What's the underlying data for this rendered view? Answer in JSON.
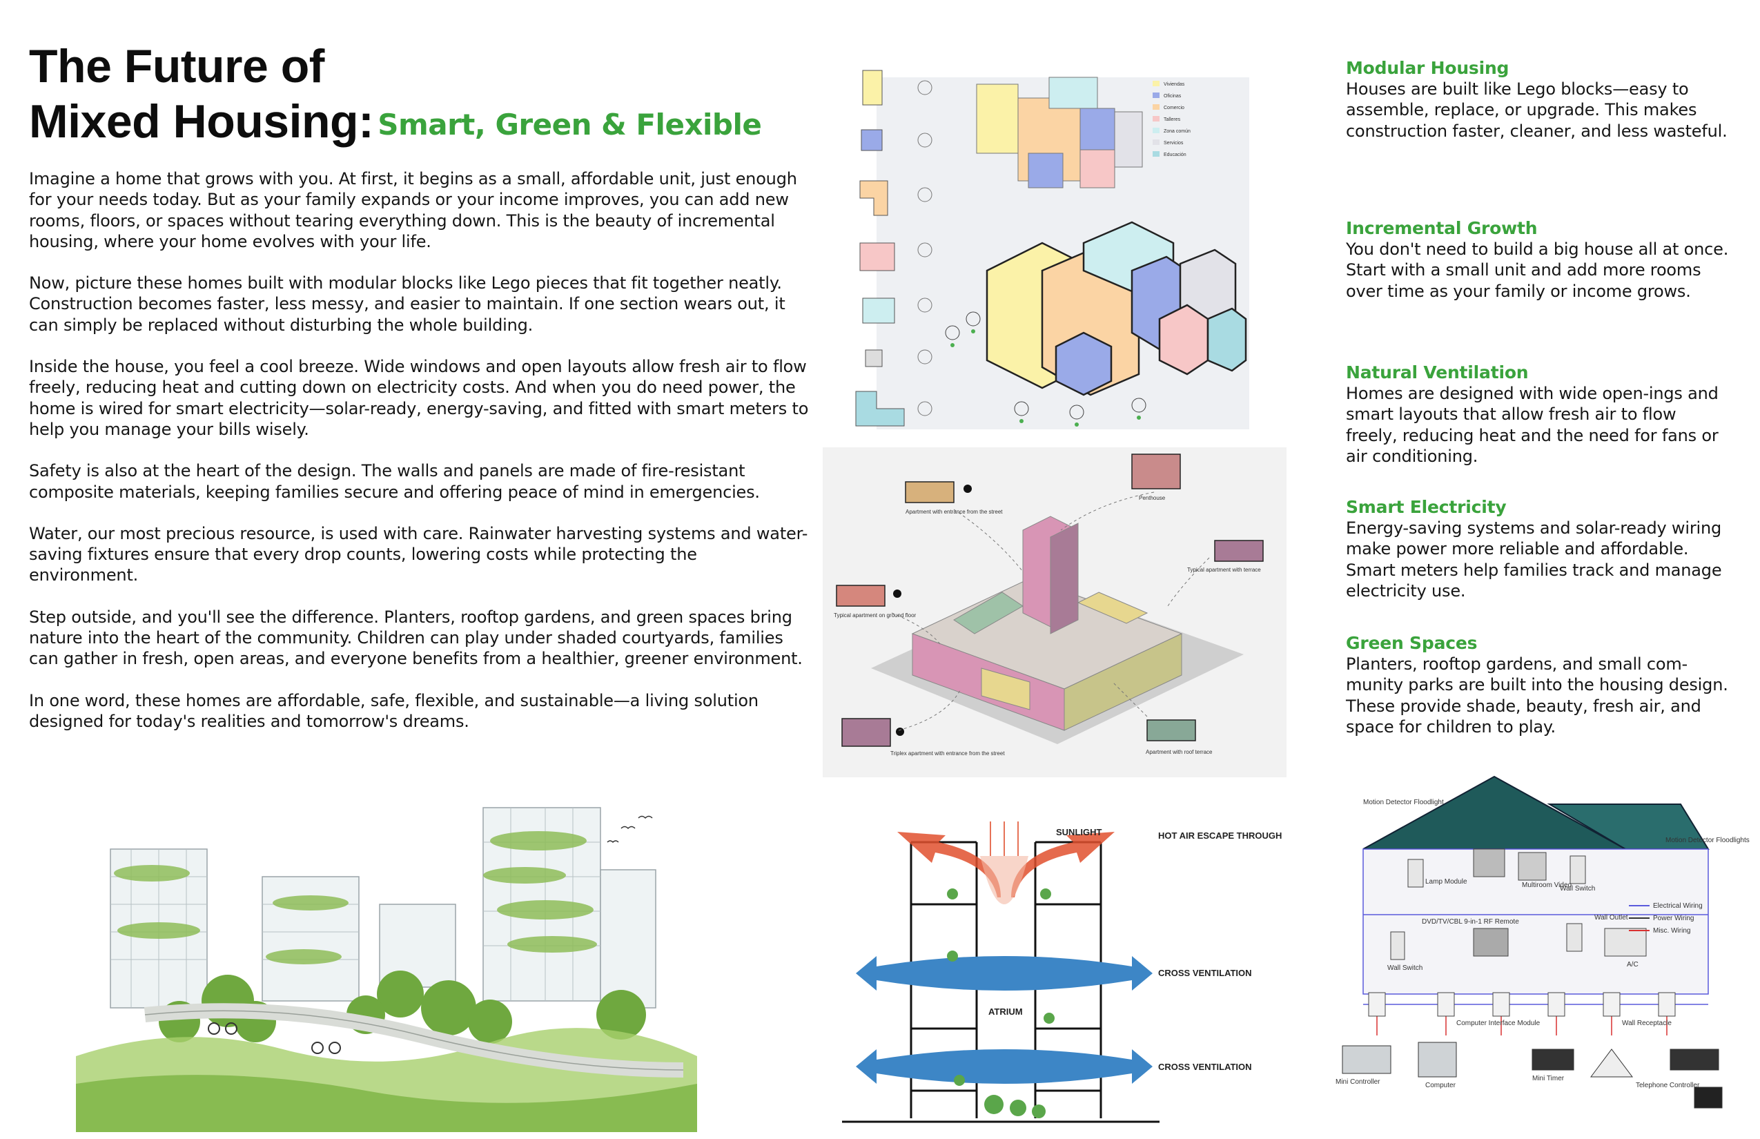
{
  "title": {
    "line1": "The Future of",
    "line2": "Mixed Housing:",
    "subtitle": "Smart, Green & Flexible"
  },
  "paragraphs": [
    "Imagine a home that grows with you. At first, it begins as a small, affordable unit,  just enough for your needs today. But as your family expands or your income improves, you can add new rooms, floors, or spaces without tearing everything down. This is the beauty of incremental housing, where your home evolves with your life.",
    "Now, picture these homes built with modular blocks like Lego pieces that fit together neatly. Construction becomes faster, less messy, and easier to maintain. If one section wears out, it can simply be replaced without disturbing the whole building.",
    "Inside the house, you feel a cool breeze. Wide windows and open layouts allow fresh air to flow freely, reducing heat and cutting down on electricity costs. And when you do need power, the home is wired for smart electricity—solar-ready, energy-saving, and fitted with smart meters to help you manage your bills wisely.",
    "Safety is also at the heart of the design. The walls and panels are made of fire-resistant composite materials, keeping families secure and offering peace of mind in emergencies.",
    "Water, our most precious resource, is used with care. Rainwater harvesting systems and water-saving fixtures ensure that every drop counts, lowering costs while protecting the environment.",
    "Step outside, and you'll see the difference. Planters, rooftop gardens, and green spaces bring nature into the heart of the community. Children can play under shaded courtyards, families can gather in fresh, open areas, and everyone benefits from a healthier, greener environment.",
    "In one word, these homes are affordable, safe, flexible, and sustainable—a living solution designed for today's realities and tomorrow's dreams."
  ],
  "features": [
    {
      "heading": "Modular Housing",
      "text": "Houses are built like Lego blocks—easy to assemble, replace, or upgrade. This makes construction faster, cleaner, and less wasteful."
    },
    {
      "heading": "Incremental Growth",
      "text": "You don't need to build a big house all at once. Start with a small unit and add more rooms over time as your family or income grows."
    },
    {
      "heading": "Natural Ventilation",
      "text": "Homes are designed with wide open-ings and smart layouts that allow fresh air to flow freely, reducing heat and the need for fans or air conditioning."
    },
    {
      "heading": "Smart Electricity",
      "text": " Energy-saving systems and solar-ready wiring make power more reliable and affordable. Smart meters help families track and manage electricity use."
    },
    {
      "heading": "Green Spaces",
      "text": "Planters, rooftop gardens, and small com-munity parks are built into the housing design. These provide shade, beauty, fresh air, and space for children to play."
    }
  ],
  "modular_legend": [
    "Viviendas",
    "Oficinas",
    "Comercio",
    "Talleres",
    "Zona común",
    "Servicios",
    "Educación"
  ],
  "apartment_labels": {
    "street": "Apartment with entrance from the street",
    "penthouse": "Penthouse",
    "terrace": "Typical apartment with terrace",
    "ground": "Typical apartment on ground floor",
    "triplex": "Triplex apartment with entrance from the street",
    "roof": "Apartment with roof terrace"
  },
  "ventilation_labels": {
    "sunlight": "SUNLIGHT",
    "hot_air": "HOT AIR ESCAPE THROUGH LOUVRES",
    "cross1": "CROSS VENTILATION",
    "cross2": "CROSS VENTILATION",
    "atrium": "ATRIUM"
  },
  "wiring_labels": {
    "motion1": "Motion Detector Floodlight",
    "motion2": "Motion Detector Floodlights",
    "lamp": "Lamp Module",
    "multiroom": "Multiroom Video",
    "wall_switch_top": "Wall Switch",
    "dvd": "DVD/TV/CBL 9-in-1 RF Remote",
    "wall_outlet": "Wall Outlet",
    "ac": "A/C",
    "wall_switch": "Wall Switch",
    "computer_interface": "Computer Interface Module",
    "wall_receptacle": "Wall Receptacle",
    "mini_controller": "Mini Controller",
    "computer": "Computer",
    "mini_timer": "Mini Timer",
    "telephone": "Telephone Controller",
    "legend_electrical": "Electrical Wiring",
    "legend_power": "Power Wiring",
    "legend_misc": "Misc. Wiring"
  },
  "colors": {
    "accent_green": "#3aa33c",
    "text": "#161616",
    "arrow_blue": "#3d86c6",
    "arrow_red": "#e0502e",
    "legend_electrical": "#5a5adc",
    "legend_power": "#333333",
    "legend_misc": "#d93030"
  },
  "icons": [
    "sketch-city-image",
    "modular-axonometric-image",
    "apartment-types-image",
    "ventilation-section-image",
    "smart-home-wiring-image"
  ]
}
